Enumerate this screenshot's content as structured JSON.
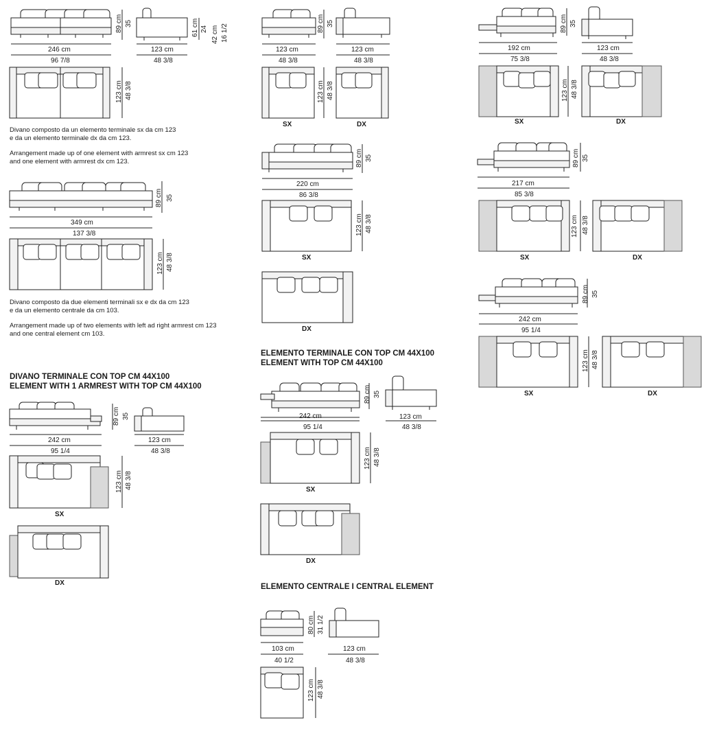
{
  "headings": {
    "top_left_it": "DIVANO TERMINALE CON TOP CM 44X100",
    "top_left_en": "ELEMENT WITH 1 ARMREST WITH TOP CM 44X100",
    "top_mid_it": "ELEMENTO TERMINALE CON TOP CM 44X100",
    "top_mid_en": "ELEMENT WITH TOP CM 44X100",
    "central": "ELEMENTO CENTRALE  I  CENTRAL ELEMENT"
  },
  "descriptions": {
    "d1_it_1": "Divano composto da un elemento terminale sx da cm 123",
    "d1_it_2": "e da un elemento terminale dx da cm 123.",
    "d1_en_1": "Arrangement made up of one element with armrest sx cm 123",
    "d1_en_2": "and one element with armrest dx cm 123.",
    "d2_it_1": "Divano composto da due elementi terminali sx e dx da cm 123",
    "d2_it_2": "e da un elemento centrale da cm 103.",
    "d2_en_1": "Arrangement made up of two elements with left ad right armrest cm 123",
    "d2_en_2": "and one central element cm 103."
  },
  "dims": {
    "a_w": "246 cm",
    "a_win": "96 7/8",
    "a_h": "89 cm",
    "a_seat": "35",
    "a_side_w": "123 cm",
    "a_side_win": "48 3/8",
    "a_side_h1": "61 cm",
    "a_side_h2": "24",
    "a_side_h3": "42 cm",
    "a_side_h4": "16 1/2",
    "a_d": "123 cm",
    "a_din": "48 3/8",
    "b_w": "349 cm",
    "b_win": "137 3/8",
    "b_h": "89 cm",
    "b_seat": "35",
    "b_d": "123 cm",
    "b_din": "48 3/8",
    "c_w": "242 cm",
    "c_win": "95 1/4",
    "c_h": "89 cm",
    "c_seat": "35",
    "c_side_w": "123 cm",
    "c_side_win": "48 3/8",
    "c_d": "123 cm",
    "c_din": "48 3/8",
    "m1_w": "123 cm",
    "m1_win": "48 3/8",
    "m1_h": "89 cm",
    "m1_seat": "35",
    "m1_side_w": "123 cm",
    "m1_side_win": "48 3/8",
    "m1_d": "123 cm",
    "m1_din": "48 3/8",
    "m2_w": "220 cm",
    "m2_win": "86 3/8",
    "m2_h": "89 cm",
    "m2_seat": "35",
    "m2_d": "123 cm",
    "m2_din": "48 3/8",
    "m3_w": "242 cm",
    "m3_win": "95 1/4",
    "m3_h": "89 cm",
    "m3_seat": "35",
    "m3_side_w": "123 cm",
    "m3_side_win": "48 3/8",
    "m3_d": "123 cm",
    "m3_din": "48 3/8",
    "ce_w": "103 cm",
    "ce_win": "40 1/2",
    "ce_h": "80 cm",
    "ce_seat": "31 1/2",
    "ce_side_w": "123 cm",
    "ce_side_win": "48 3/8",
    "ce_d": "123 cm",
    "ce_din": "48 3/8",
    "r1_w": "192 cm",
    "r1_win": "75 3/8",
    "r1_h": "89 cm",
    "r1_seat": "35",
    "r1_side_w": "123 cm",
    "r1_side_win": "48 3/8",
    "r1_d": "123 cm",
    "r1_din": "48 3/8",
    "r2_w": "217 cm",
    "r2_win": "85 3/8",
    "r2_h": "89 cm",
    "r2_seat": "35",
    "r2_d": "123 cm",
    "r2_din": "48 3/8",
    "r3_w": "242 cm",
    "r3_win": "95 1/4",
    "r3_h": "89 cm",
    "r3_seat": "35",
    "r3_d": "123 cm",
    "r3_din": "48 3/8"
  },
  "labels": {
    "sx": "SX",
    "dx": "DX"
  }
}
